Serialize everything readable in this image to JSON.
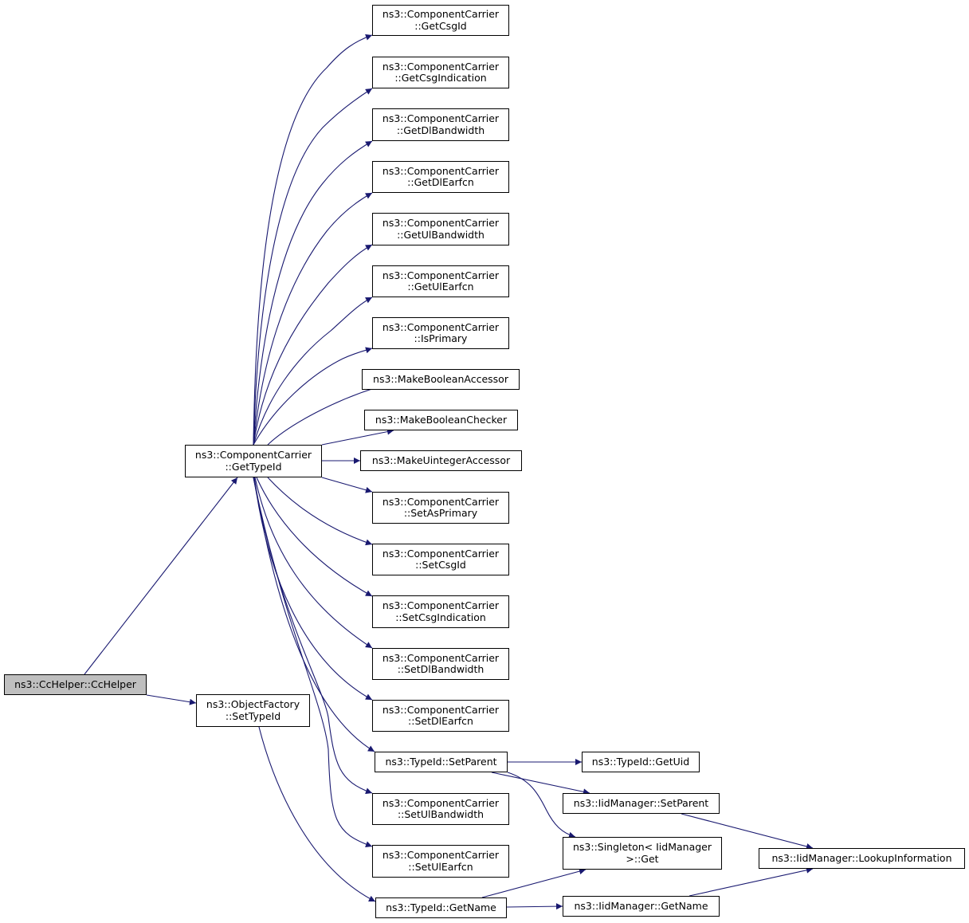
{
  "graph": {
    "edge_color": "#191970",
    "root_fill": "#bfbfbf",
    "nodes": [
      {
        "id": "root",
        "lines": [
          "ns3::CcHelper::CcHelper"
        ]
      },
      {
        "id": "gettypeid",
        "lines": [
          "ns3::ComponentCarrier",
          "::GetTypeId"
        ]
      },
      {
        "id": "of_settypeid",
        "lines": [
          "ns3::ObjectFactory",
          "::SetTypeId"
        ]
      },
      {
        "id": "getcsgid",
        "lines": [
          "ns3::ComponentCarrier",
          "::GetCsgId"
        ]
      },
      {
        "id": "getcsgindication",
        "lines": [
          "ns3::ComponentCarrier",
          "::GetCsgIndication"
        ]
      },
      {
        "id": "getdlbandwidth",
        "lines": [
          "ns3::ComponentCarrier",
          "::GetDlBandwidth"
        ]
      },
      {
        "id": "getdlearfcn",
        "lines": [
          "ns3::ComponentCarrier",
          "::GetDlEarfcn"
        ]
      },
      {
        "id": "getulbandwidth",
        "lines": [
          "ns3::ComponentCarrier",
          "::GetUlBandwidth"
        ]
      },
      {
        "id": "getulearfcn",
        "lines": [
          "ns3::ComponentCarrier",
          "::GetUlEarfcn"
        ]
      },
      {
        "id": "isprimary",
        "lines": [
          "ns3::ComponentCarrier",
          "::IsPrimary"
        ]
      },
      {
        "id": "makebooleanaccessor",
        "lines": [
          "ns3::MakeBooleanAccessor"
        ]
      },
      {
        "id": "makebooleanchecker",
        "lines": [
          "ns3::MakeBooleanChecker"
        ]
      },
      {
        "id": "makeuintegeraccessor",
        "lines": [
          "ns3::MakeUintegerAccessor"
        ]
      },
      {
        "id": "setasprimary",
        "lines": [
          "ns3::ComponentCarrier",
          "::SetAsPrimary"
        ]
      },
      {
        "id": "setcsgid",
        "lines": [
          "ns3::ComponentCarrier",
          "::SetCsgId"
        ]
      },
      {
        "id": "setcsgindication",
        "lines": [
          "ns3::ComponentCarrier",
          "::SetCsgIndication"
        ]
      },
      {
        "id": "setdlbandwidth",
        "lines": [
          "ns3::ComponentCarrier",
          "::SetDlBandwidth"
        ]
      },
      {
        "id": "setdlearfcn",
        "lines": [
          "ns3::ComponentCarrier",
          "::SetDlEarfcn"
        ]
      },
      {
        "id": "typeid_setparent",
        "lines": [
          "ns3::TypeId::SetParent"
        ]
      },
      {
        "id": "setulbandwidth",
        "lines": [
          "ns3::ComponentCarrier",
          "::SetUlBandwidth"
        ]
      },
      {
        "id": "setulearfcn",
        "lines": [
          "ns3::ComponentCarrier",
          "::SetUlEarfcn"
        ]
      },
      {
        "id": "typeid_getname",
        "lines": [
          "ns3::TypeId::GetName"
        ]
      },
      {
        "id": "typeid_getuid",
        "lines": [
          "ns3::TypeId::GetUid"
        ]
      },
      {
        "id": "iid_setparent",
        "lines": [
          "ns3::IidManager::SetParent"
        ]
      },
      {
        "id": "singleton_get",
        "lines": [
          "ns3::Singleton< IidManager",
          ">::Get"
        ]
      },
      {
        "id": "iid_getname",
        "lines": [
          "ns3::IidManager::GetName"
        ]
      },
      {
        "id": "iid_lookup",
        "lines": [
          "ns3::IidManager::LookupInformation"
        ]
      }
    ]
  }
}
